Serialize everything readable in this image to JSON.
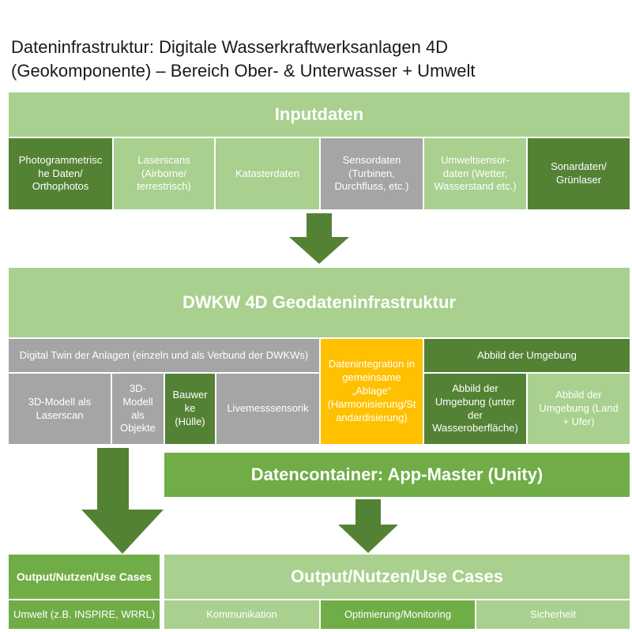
{
  "title": "Dateninfrastruktur: Digitale Wasserkraftwerksanlagen 4D\n(Geokomponente) – Bereich Ober- & Unterwasser + Umwelt",
  "input": {
    "header": "Inputdaten",
    "items": [
      "Photogrammetrisc\nhe Daten/\nOrthophotos",
      "Laserscans\n(Airborne/\nterrestrisch)",
      "Katasterdaten",
      "Sensordaten\n(Turbinen,\nDurchfluss, etc.)",
      "Umweltsensor-\ndaten (Wetter,\nWasserstand etc.)",
      "Sonardaten/\nGrünlaser"
    ]
  },
  "infra": {
    "header": "DWKW 4D Geodateninfrastruktur",
    "twin": {
      "label": "Digital Twin der Anlagen (einzeln und als Verbund der DWKWs)",
      "items": [
        "3D-Modell als\nLaserscan",
        "3D-\nModell\nals\nObjekte",
        "Bauwer\nke\n(Hülle)",
        "Livemesssensorik"
      ]
    },
    "integration": "Datenintegration in\ngemeinsame\n„Ablage“\n(Harmonisierung/St\nandardisierung)",
    "env": {
      "label": "Abbild der Umgebung",
      "items": [
        "Abbild der\nUmgebung (unter\nder\nWasseroberfläche)",
        "Abbild der\nUmgebung (Land\n+ Ufer)"
      ]
    }
  },
  "container": "Datencontainer: App-Master (Unity)",
  "output_left": {
    "header": "Output/Nutzen/Use Cases",
    "item": "Umwelt (z.B. INSPIRE, WRRL)"
  },
  "output_right": {
    "header": "Output/Nutzen/Use Cases",
    "items": [
      "Kommunikation",
      "Optimierung/Monitoring",
      "Sicherheit"
    ]
  },
  "colors": {
    "light_green": "#a9d08e",
    "mid_green": "#70ad47",
    "dark_green": "#548235",
    "grey": "#a5a5a5",
    "gold": "#ffc000"
  }
}
